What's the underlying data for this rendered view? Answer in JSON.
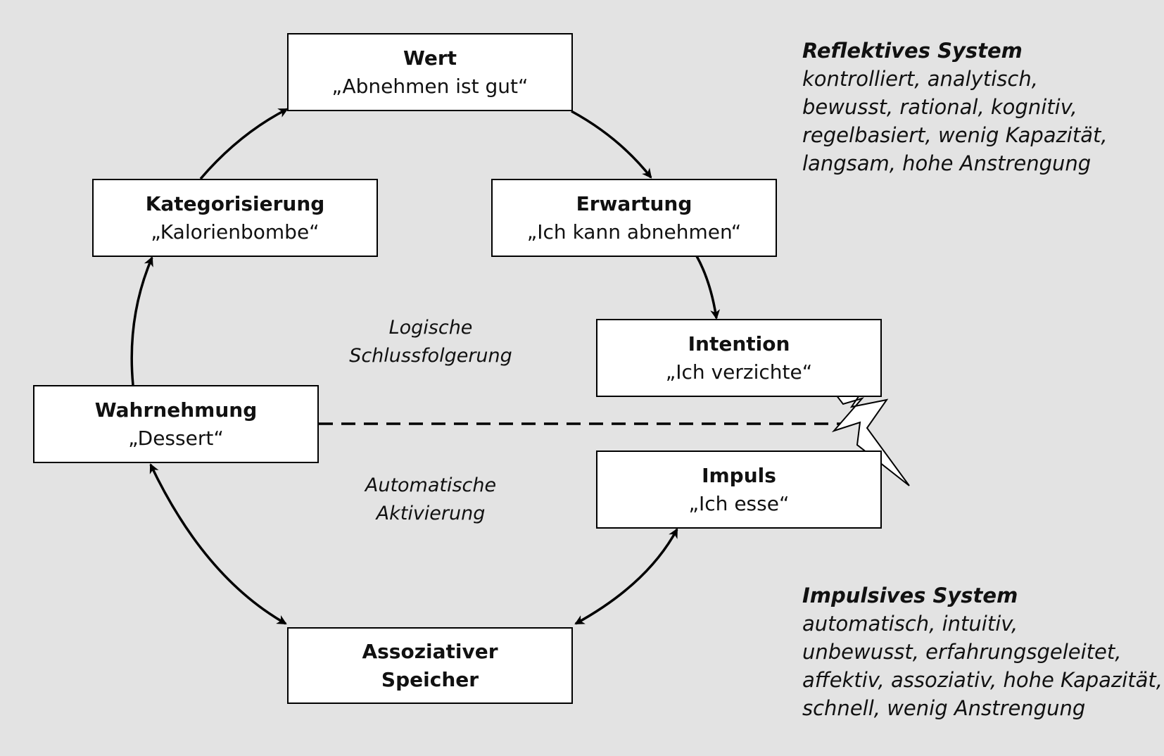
{
  "nodes": {
    "wert": {
      "title": "Wert",
      "sub": "„Abnehmen ist gut“"
    },
    "erwartung": {
      "title": "Erwartung",
      "sub": "„Ich kann abnehmen“"
    },
    "intention": {
      "title": "Intention",
      "sub": "„Ich verzichte“"
    },
    "impuls": {
      "title": "Impuls",
      "sub": "„Ich esse“"
    },
    "speicher": {
      "title_line1": "Assoziativer",
      "title_line2": "Speicher"
    },
    "wahrnehmung": {
      "title": "Wahrnehmung",
      "sub": "„Dessert“"
    },
    "kategorisierung": {
      "title": "Kategorisierung",
      "sub": "„Kalorienbombe“"
    }
  },
  "labels": {
    "logic_line1": "Logische",
    "logic_line2": "Schlussfolgerung",
    "auto_line1": "Automatische",
    "auto_line2": "Aktivierung"
  },
  "reflective": {
    "title": "Reflektives System",
    "lines": [
      "kontrolliert, analytisch,",
      "bewusst, rational, kognitiv,",
      "regelbasiert, wenig Kapazität,",
      "langsam, hohe Anstrengung"
    ]
  },
  "impulsive": {
    "title": "Impulsives System",
    "lines": [
      "automatisch, intuitiv,",
      "unbewusst, erfahrungsgeleitet,",
      "affektiv, assoziativ, hohe Kapazität,",
      "schnell, wenig Anstrengung"
    ]
  },
  "colors": {
    "background": "#e3e3e3",
    "box_fill": "#ffffff",
    "stroke": "#000000"
  }
}
